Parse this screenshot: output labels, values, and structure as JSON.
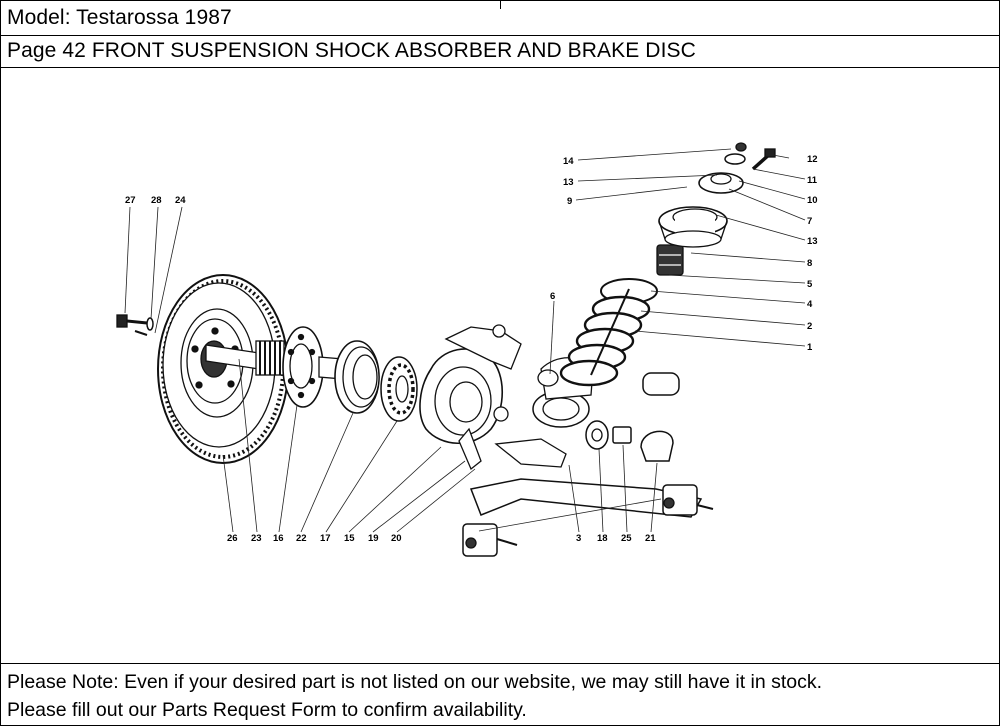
{
  "header": {
    "model": "Model: Testarossa 1987",
    "page_title": "Page 42  FRONT SUSPENSION  SHOCK ABSORBER AND BRAKE DISC"
  },
  "diagram": {
    "callouts": {
      "c27": "27",
      "c28": "28",
      "c24": "24",
      "c14": "14",
      "c13a": "13",
      "c9": "9",
      "c12": "12",
      "c11": "11",
      "c10": "10",
      "c7": "7",
      "c13b": "13",
      "c8": "8",
      "c5": "5",
      "c4": "4",
      "c2": "2",
      "c1": "1",
      "c6": "6",
      "c26": "26",
      "c23": "23",
      "c16": "16",
      "c22": "22",
      "c17": "17",
      "c15": "15",
      "c19": "19",
      "c20": "20",
      "c3": "3",
      "c18": "18",
      "c25": "25",
      "c21": "21"
    }
  },
  "footer": {
    "note_line_1": "Please Note: Even if your desired part is not listed on our website, we may still have it in stock.",
    "note_line_2": "Please fill out our Parts Request Form to confirm availability."
  }
}
